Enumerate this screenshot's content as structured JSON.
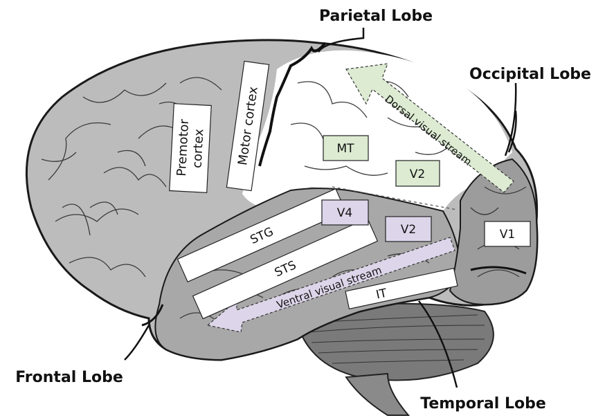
{
  "lobes": {
    "parietal": "Parietal Lobe",
    "occipital": "Occipital Lobe",
    "frontal": "Frontal Lobe",
    "temporal": "Temporal Lobe"
  },
  "regions": {
    "premotor_line1": "Premotor",
    "premotor_line2": "cortex",
    "motor": "Motor cortex",
    "mt": "MT",
    "v2_dorsal": "V2",
    "v4": "V4",
    "v2_ventral": "V2",
    "v1": "V1",
    "stg": "STG",
    "sts": "STS",
    "it": "IT"
  },
  "streams": {
    "dorsal": "Dorsal visual stream",
    "ventral": "Ventral visual stream"
  },
  "colors": {
    "dorsal_fill": "#dcebd2",
    "ventral_fill": "#ddd6ea",
    "frontal_gray": "#bdbdbd",
    "temporal_gray": "#a9a9a9",
    "occipital_gray": "#9d9d9d",
    "parietal_white": "#ffffff"
  }
}
